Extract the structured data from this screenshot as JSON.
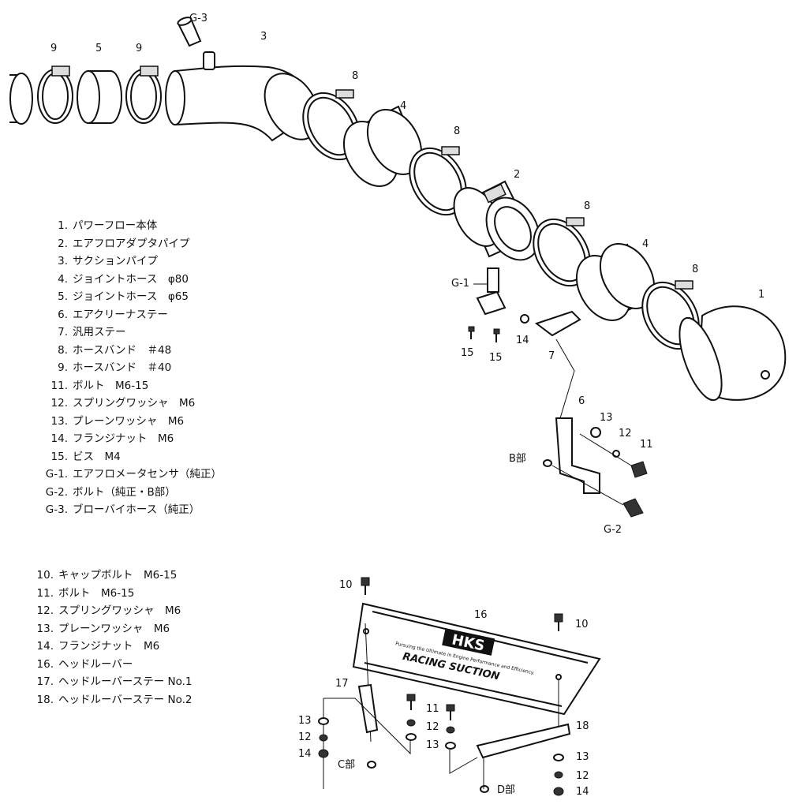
{
  "parts_list_upper": [
    {
      "num": "1.",
      "name": "パワーフロー本体"
    },
    {
      "num": "2.",
      "name": "エアフロアダプタパイプ"
    },
    {
      "num": "3.",
      "name": "サクションパイプ"
    },
    {
      "num": "4.",
      "name": "ジョイントホース　φ80"
    },
    {
      "num": "5.",
      "name": "ジョイントホース　φ65"
    },
    {
      "num": "6.",
      "name": "エアクリーナステー"
    },
    {
      "num": "7.",
      "name": "汎用ステー"
    },
    {
      "num": "8.",
      "name": "ホースバンド　＃48"
    },
    {
      "num": "9.",
      "name": "ホースバンド　＃40"
    },
    {
      "num": "11.",
      "name": "ボルト　M6-15"
    },
    {
      "num": "12.",
      "name": "スプリングワッシャ　M6"
    },
    {
      "num": "13.",
      "name": "プレーンワッシャ　M6"
    },
    {
      "num": "14.",
      "name": "フランジナット　M6"
    },
    {
      "num": "15.",
      "name": "ビス　M4"
    },
    {
      "num": "G-1.",
      "name": "エアフロメータセンサ（純正）"
    },
    {
      "num": "G-2.",
      "name": "ボルト（純正・B部）"
    },
    {
      "num": "G-3.",
      "name": "ブローバイホース（純正）"
    }
  ],
  "parts_list_lower": [
    {
      "num": "10.",
      "name": "キャップボルト　M6-15"
    },
    {
      "num": "11.",
      "name": "ボルト　M6-15"
    },
    {
      "num": "12.",
      "name": "スプリングワッシャ　M6"
    },
    {
      "num": "13.",
      "name": "プレーンワッシャ　M6"
    },
    {
      "num": "14.",
      "name": "フランジナット　M6"
    },
    {
      "num": "16.",
      "name": "ヘッドルーバー"
    },
    {
      "num": "17.",
      "name": "ヘッドルーバーステー No.1"
    },
    {
      "num": "18.",
      "name": "ヘッドルーバーステー No.2"
    }
  ],
  "callouts_upper": [
    "9",
    "5",
    "9",
    "G-3",
    "3",
    "8",
    "4",
    "8",
    "2",
    "8",
    "4",
    "8",
    "1",
    "G-1",
    "15",
    "15",
    "14",
    "7",
    "6",
    "13",
    "12",
    "11",
    "B部",
    "G-2"
  ],
  "callouts_lower": [
    "10",
    "16",
    "10",
    "17",
    "11",
    "12",
    "13",
    "13",
    "12",
    "14",
    "C部",
    "18",
    "13",
    "12",
    "14",
    "D部"
  ],
  "plate": {
    "logo": "HKS",
    "tagline": "Pursuing the Ultimate in Engine Performance and Efficiency.",
    "product": "RACING SUCTION"
  }
}
